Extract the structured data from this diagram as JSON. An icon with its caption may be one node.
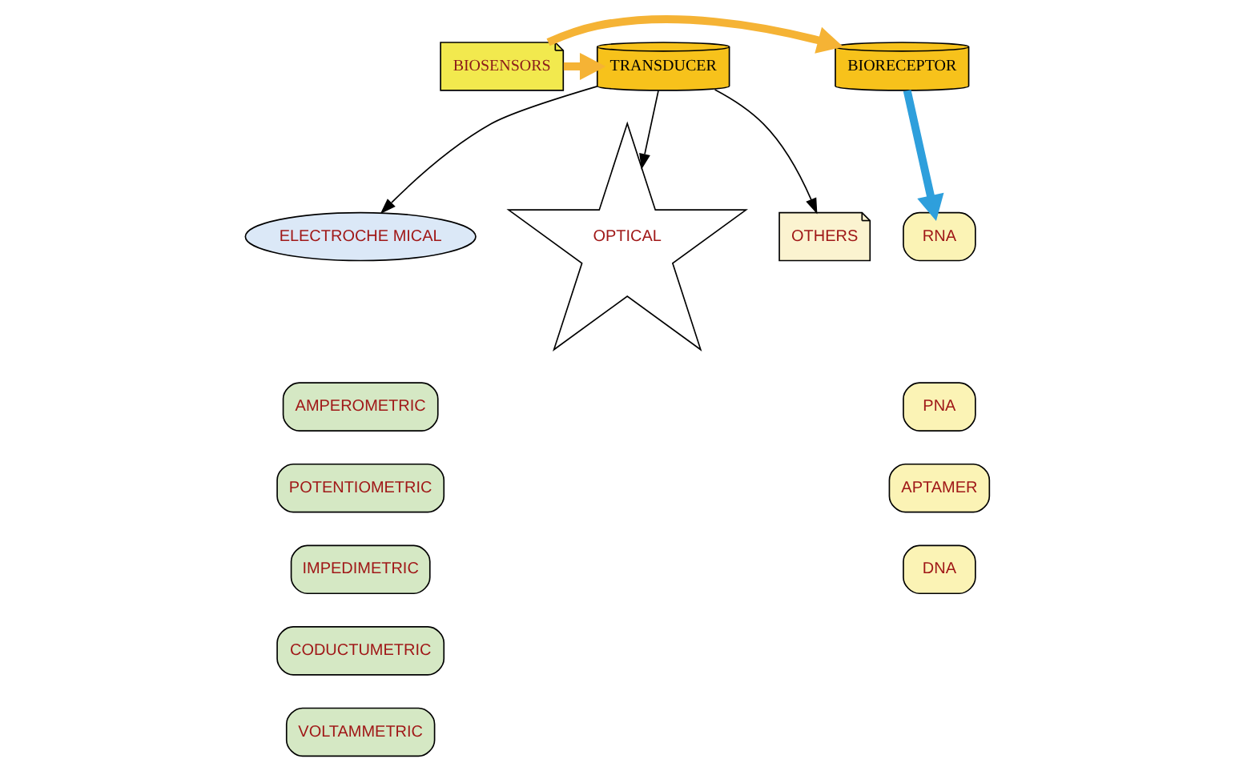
{
  "diagram": {
    "nodes": [
      {
        "text": [
          "BIOSENSORS"
        ]
      },
      {
        "text": [
          "BIORECEPTOR"
        ]
      },
      {
        "text": [
          "TRANSDUCER"
        ]
      },
      {
        "text": [
          "RNA"
        ]
      },
      {
        "text": [
          "PNA"
        ]
      },
      {
        "text": [
          "APTAMER"
        ]
      },
      {
        "text": [
          "DNA"
        ]
      },
      {
        "text": [
          "ELECTROCHE MICAL"
        ]
      },
      {
        "text": [
          "OPTICAL"
        ]
      },
      {
        "text": [
          "OTHERS"
        ]
      },
      {
        "text": [
          "AMPEROMETRIC"
        ]
      },
      {
        "text": [
          "POTENTIOMETRIC"
        ]
      },
      {
        "text": [
          "IMPEDIMETRIC"
        ]
      },
      {
        "text": [
          "CODUCTUMETRIC"
        ]
      },
      {
        "text": [
          "VOLTAMMETRIC"
        ]
      }
    ],
    "edges": [
      {
        "from": 0,
        "to": 1,
        "arrow": "to",
        "style": "thick",
        "color": "#f5b335"
      },
      {
        "from": 0,
        "to": 2,
        "arrow": "to",
        "style": "thick",
        "color": "#f5b335"
      },
      {
        "from": 1,
        "to": 3,
        "arrow": "to",
        "style": "thick",
        "color": "#2e9fdc"
      },
      {
        "from": 2,
        "to": 7,
        "arrow": "to"
      },
      {
        "from": 2,
        "to": 8,
        "arrow": "to"
      },
      {
        "from": 2,
        "to": 9,
        "arrow": "to"
      }
    ]
  }
}
